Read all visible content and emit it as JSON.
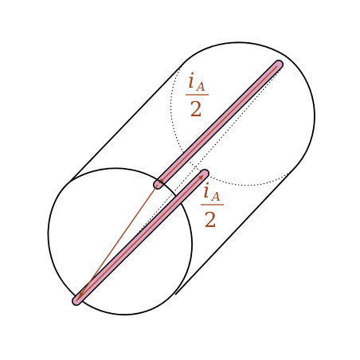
{
  "colors": {
    "outline": "#000000",
    "conductor_fill": "#dda3c0",
    "current_path": "#a0451d",
    "label": "#a0451d"
  },
  "labels": {
    "top": {
      "symbol": "i",
      "subscript": "A",
      "denominator": "2"
    },
    "bottom": {
      "symbol": "i",
      "subscript": "A",
      "denominator": "2"
    }
  }
}
